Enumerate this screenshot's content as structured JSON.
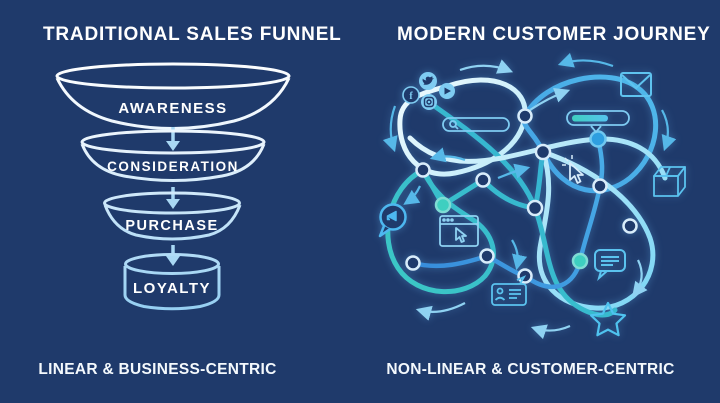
{
  "background_color": "#1f3a6b",
  "palette": {
    "white": "#ffffff",
    "light_blue": "#a5d8f5",
    "cyan": "#56c3ef",
    "blue": "#2f7fd6",
    "teal": "#3ecfc0"
  },
  "left": {
    "title": "TRADITIONAL SALES FUNNEL",
    "stages": [
      "AWARENESS",
      "CONSIDERATION",
      "PURCHASE",
      "LOYALTY"
    ],
    "caption": "LINEAR & BUSINESS-CENTRIC"
  },
  "right": {
    "title": "MODERN CUSTOMER JOURNEY",
    "caption": "NON-LINEAR & CUSTOMER-CENTRIC",
    "touchpoint_icons": [
      "facebook",
      "twitter",
      "youtube",
      "instagram",
      "search-bar",
      "progress-bar",
      "email",
      "package",
      "click-cursor",
      "announcement-bubble",
      "browser-window",
      "chat-bubble",
      "id-card",
      "review-star"
    ]
  }
}
